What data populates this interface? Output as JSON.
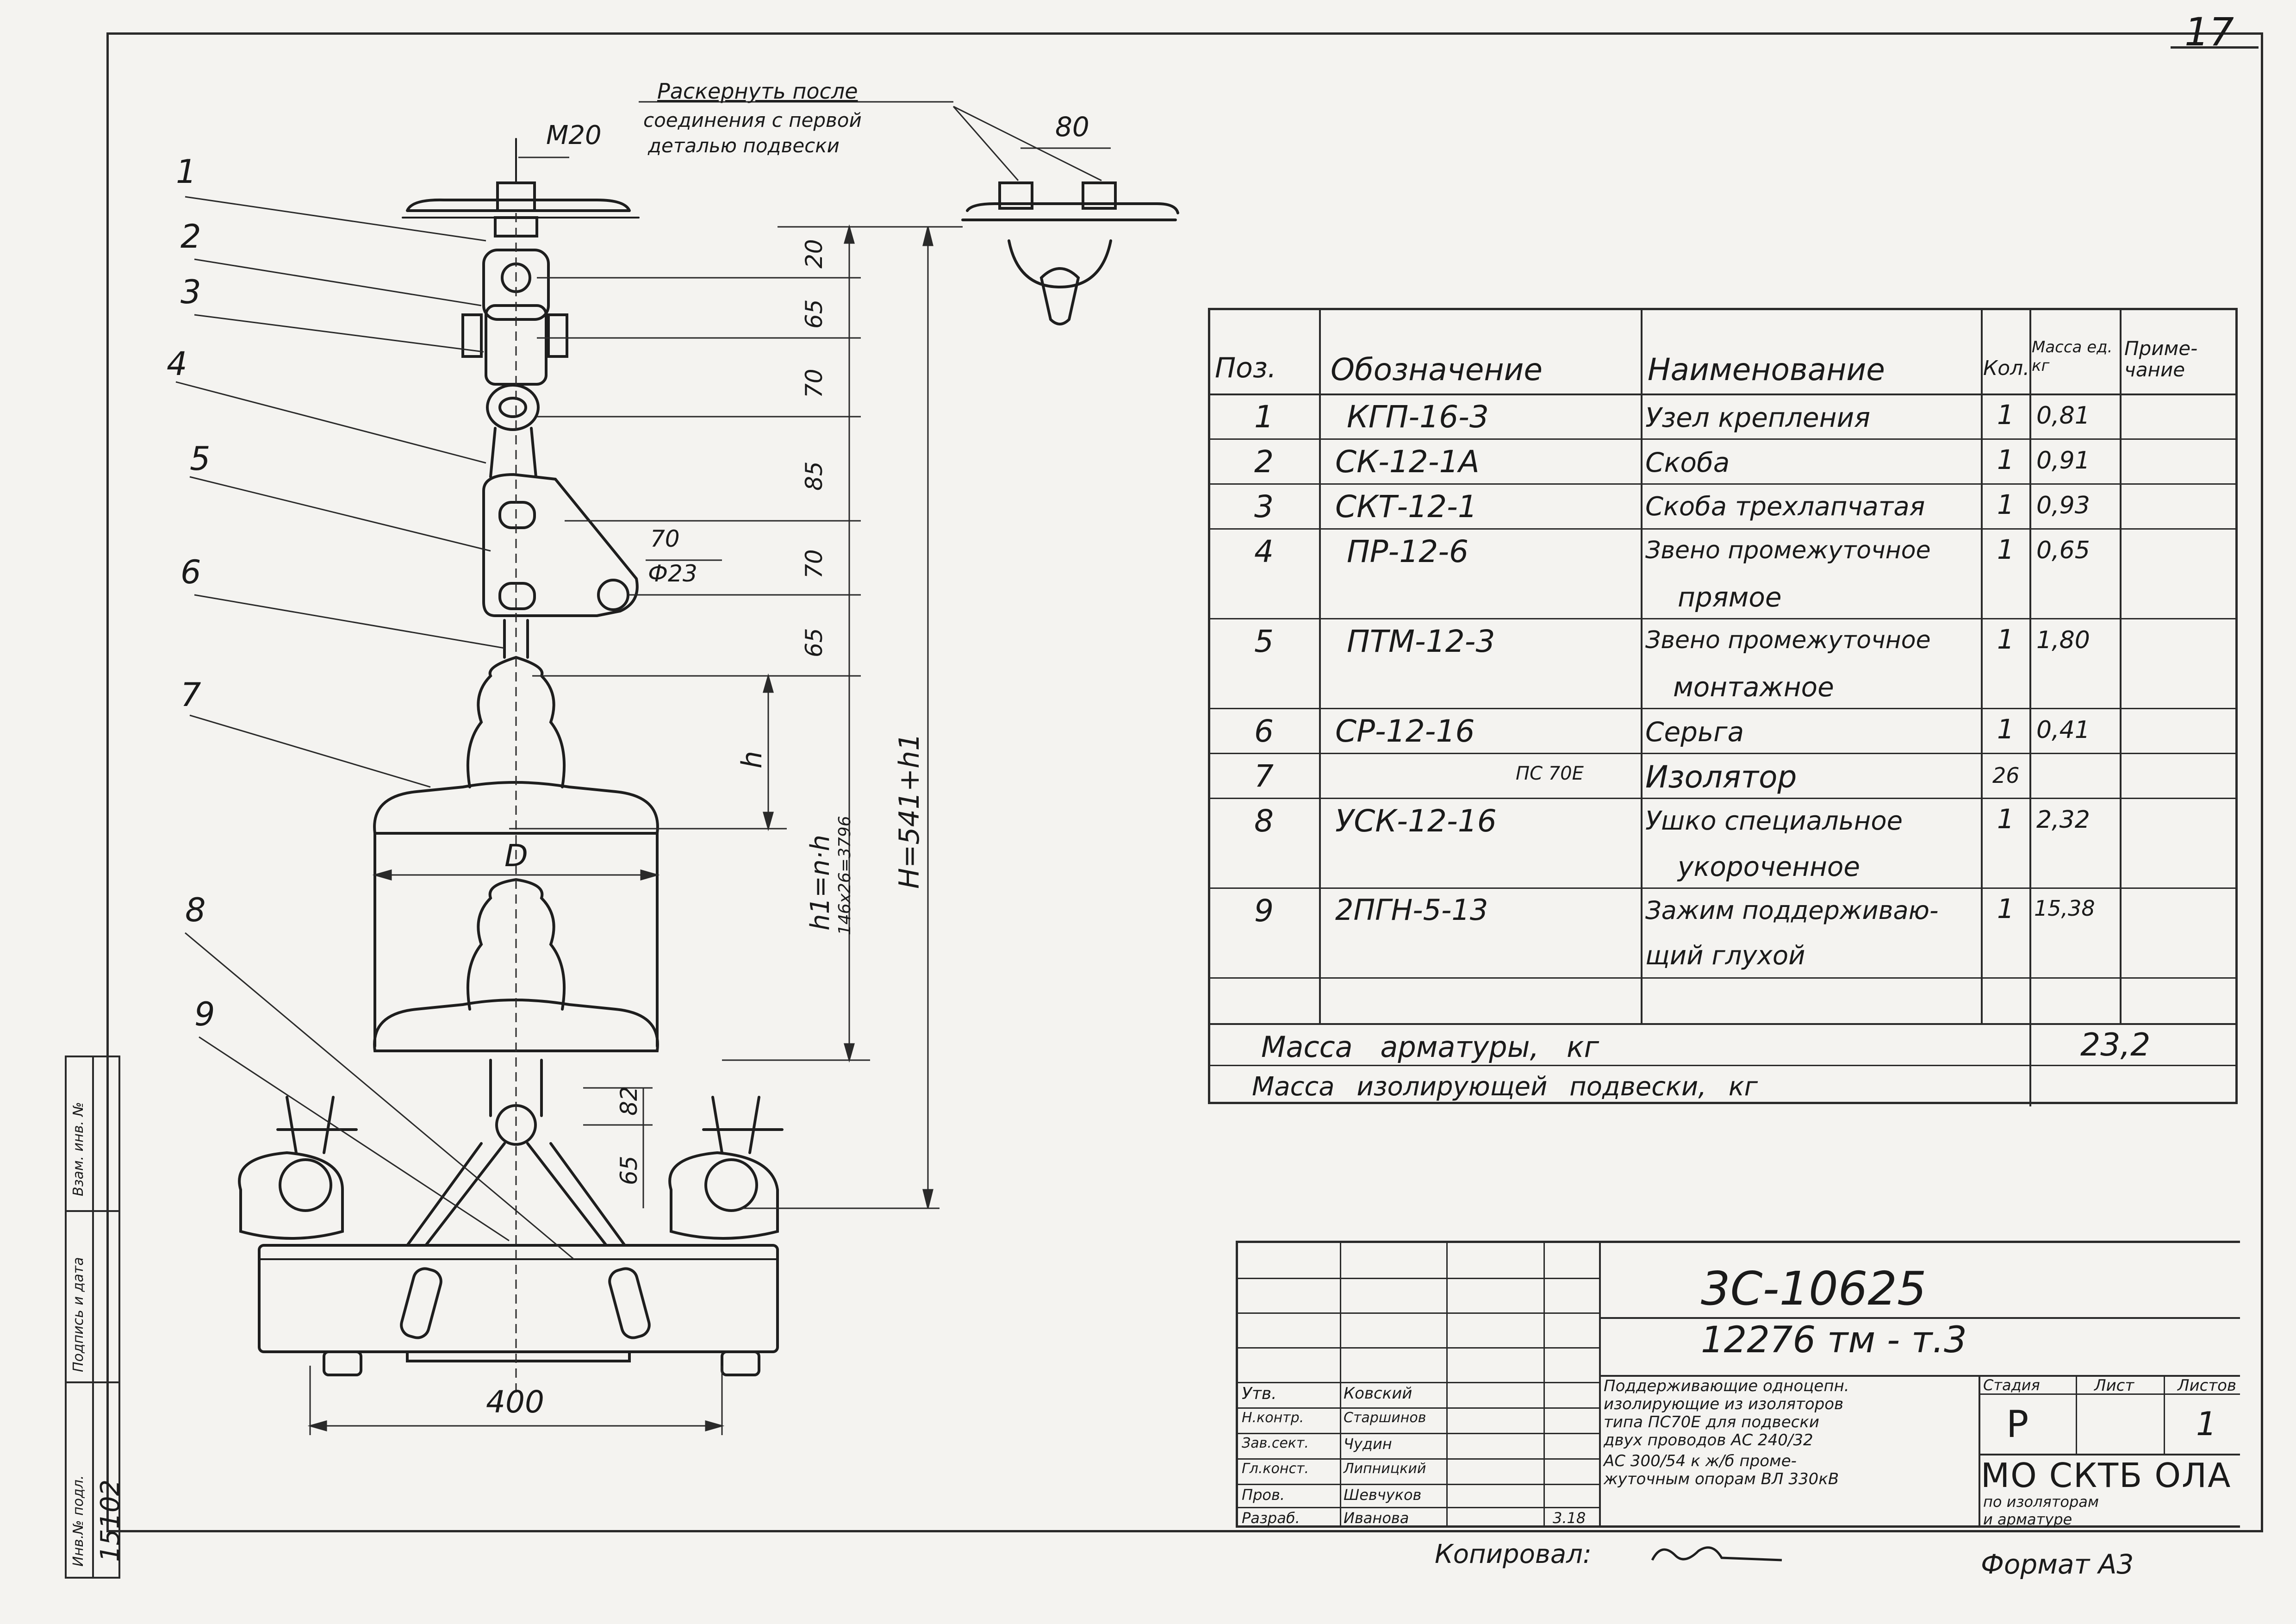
{
  "sheet_number": "17",
  "notes": {
    "bolt_label": "M20",
    "rivet_note_line1": "Раскернуть после",
    "rivet_note_line2": "соединения с первой",
    "rivet_note_line3": "деталью подвески",
    "spacing_label": "80"
  },
  "drawing": {
    "positions": [
      "1",
      "2",
      "3",
      "4",
      "5",
      "6",
      "7",
      "8",
      "9"
    ],
    "dims": {
      "d20": "20",
      "d65a": "65",
      "d70a": "70",
      "d85": "85",
      "d70b": "70",
      "d65b": "65",
      "d70h": "70",
      "hole": "Ф23",
      "h": "h",
      "h1": "h1=n·h",
      "h1_calc": "146x26=3796",
      "H": "H=541+h1",
      "D": "D",
      "d82": "82",
      "d65c": "65",
      "d400": "400"
    }
  },
  "spec_table": {
    "headers": {
      "pos": "Поз.",
      "designation": "Обозначение",
      "name": "Наименование",
      "qty": "Кол.",
      "mass": "Масса ед. кг",
      "note": "Приме-чание"
    },
    "rows": [
      {
        "pos": "1",
        "designation": "КГП-16-3",
        "name": "Узел крепления",
        "qty": "1",
        "mass": "0,81"
      },
      {
        "pos": "2",
        "designation": "СК-12-1А",
        "name": "Скоба",
        "qty": "1",
        "mass": "0,91"
      },
      {
        "pos": "3",
        "designation": "СКТ-12-1",
        "name": "Скоба трехлапчатая",
        "qty": "1",
        "mass": "0,93"
      },
      {
        "pos": "4",
        "designation": "ПР-12-6",
        "name": "Звено промежуточное",
        "qty": "1",
        "mass": "0,65"
      },
      {
        "pos": "",
        "designation": "",
        "name": "прямое",
        "qty": "",
        "mass": ""
      },
      {
        "pos": "5",
        "designation": "ПТМ-12-3",
        "name": "Звено промежуточное",
        "qty": "1",
        "mass": "1,80"
      },
      {
        "pos": "",
        "designation": "",
        "name": "монтажное",
        "qty": "",
        "mass": ""
      },
      {
        "pos": "6",
        "designation": "СР-12-16",
        "name": "Серьга",
        "qty": "1",
        "mass": "0,41"
      },
      {
        "pos": "7",
        "designation": "ПС 70Е",
        "name": "Изолятор",
        "qty": "26",
        "mass": ""
      },
      {
        "pos": "8",
        "designation": "УСК-12-16",
        "name": "Ушко специальное",
        "qty": "1",
        "mass": "2,32"
      },
      {
        "pos": "",
        "designation": "",
        "name": "укороченное",
        "qty": "",
        "mass": ""
      },
      {
        "pos": "9",
        "designation": "2ПГН-5-13",
        "name": "Зажим поддерживаю-",
        "qty": "1",
        "mass": "15,38"
      },
      {
        "pos": "",
        "designation": "",
        "name": "щий глухой",
        "qty": "",
        "mass": ""
      },
      {
        "pos": "",
        "designation": "",
        "name": "",
        "qty": "",
        "mass": ""
      }
    ],
    "total_fittings_label": "Масса арматуры, кг",
    "total_fittings_value": "23,2",
    "total_insulating_label": "Масса изолирующей подвески, кг",
    "total_insulating_value": ""
  },
  "title_block": {
    "doc_code": "3С-10625",
    "project_code": "12276 тм - т.3",
    "title_lines": [
      "Поддерживающие одноцепн.",
      "изолирующие из изоляторов",
      "типа ПС70Е для подвески",
      "двух проводов АС 240/32",
      "АС 300/54 к ж/б проме-",
      "жуточным опорам ВЛ 330кВ"
    ],
    "stage_label": "Стадия",
    "sheet_label": "Лист",
    "sheets_label": "Листов",
    "stage": "Р",
    "sheet": "",
    "sheets": "1",
    "org_line1": "МО СКТБ ОЛА",
    "org_line2": "по изоляторам",
    "org_line3": "и арматуре",
    "signers": [
      {
        "role": "Утв.",
        "name": "Ковский"
      },
      {
        "role": "Н.контр.",
        "name": "Старшинов"
      },
      {
        "role": "Зав.сект.",
        "name": "Чудин"
      },
      {
        "role": "Гл.конст.",
        "name": "Липницкий"
      },
      {
        "role": "Пров.",
        "name": "Шевчуков"
      },
      {
        "role": "Разраб.",
        "name": "Иванова"
      }
    ],
    "date_sample": "3.18"
  },
  "side_stamp": {
    "inv_no": "Инв.№ подл.",
    "sign_date": "Подпись и дата",
    "inv_dup": "Взам. инв. №",
    "number": "15102"
  },
  "footer": {
    "copied": "Копировал:",
    "format": "Формат А3"
  }
}
